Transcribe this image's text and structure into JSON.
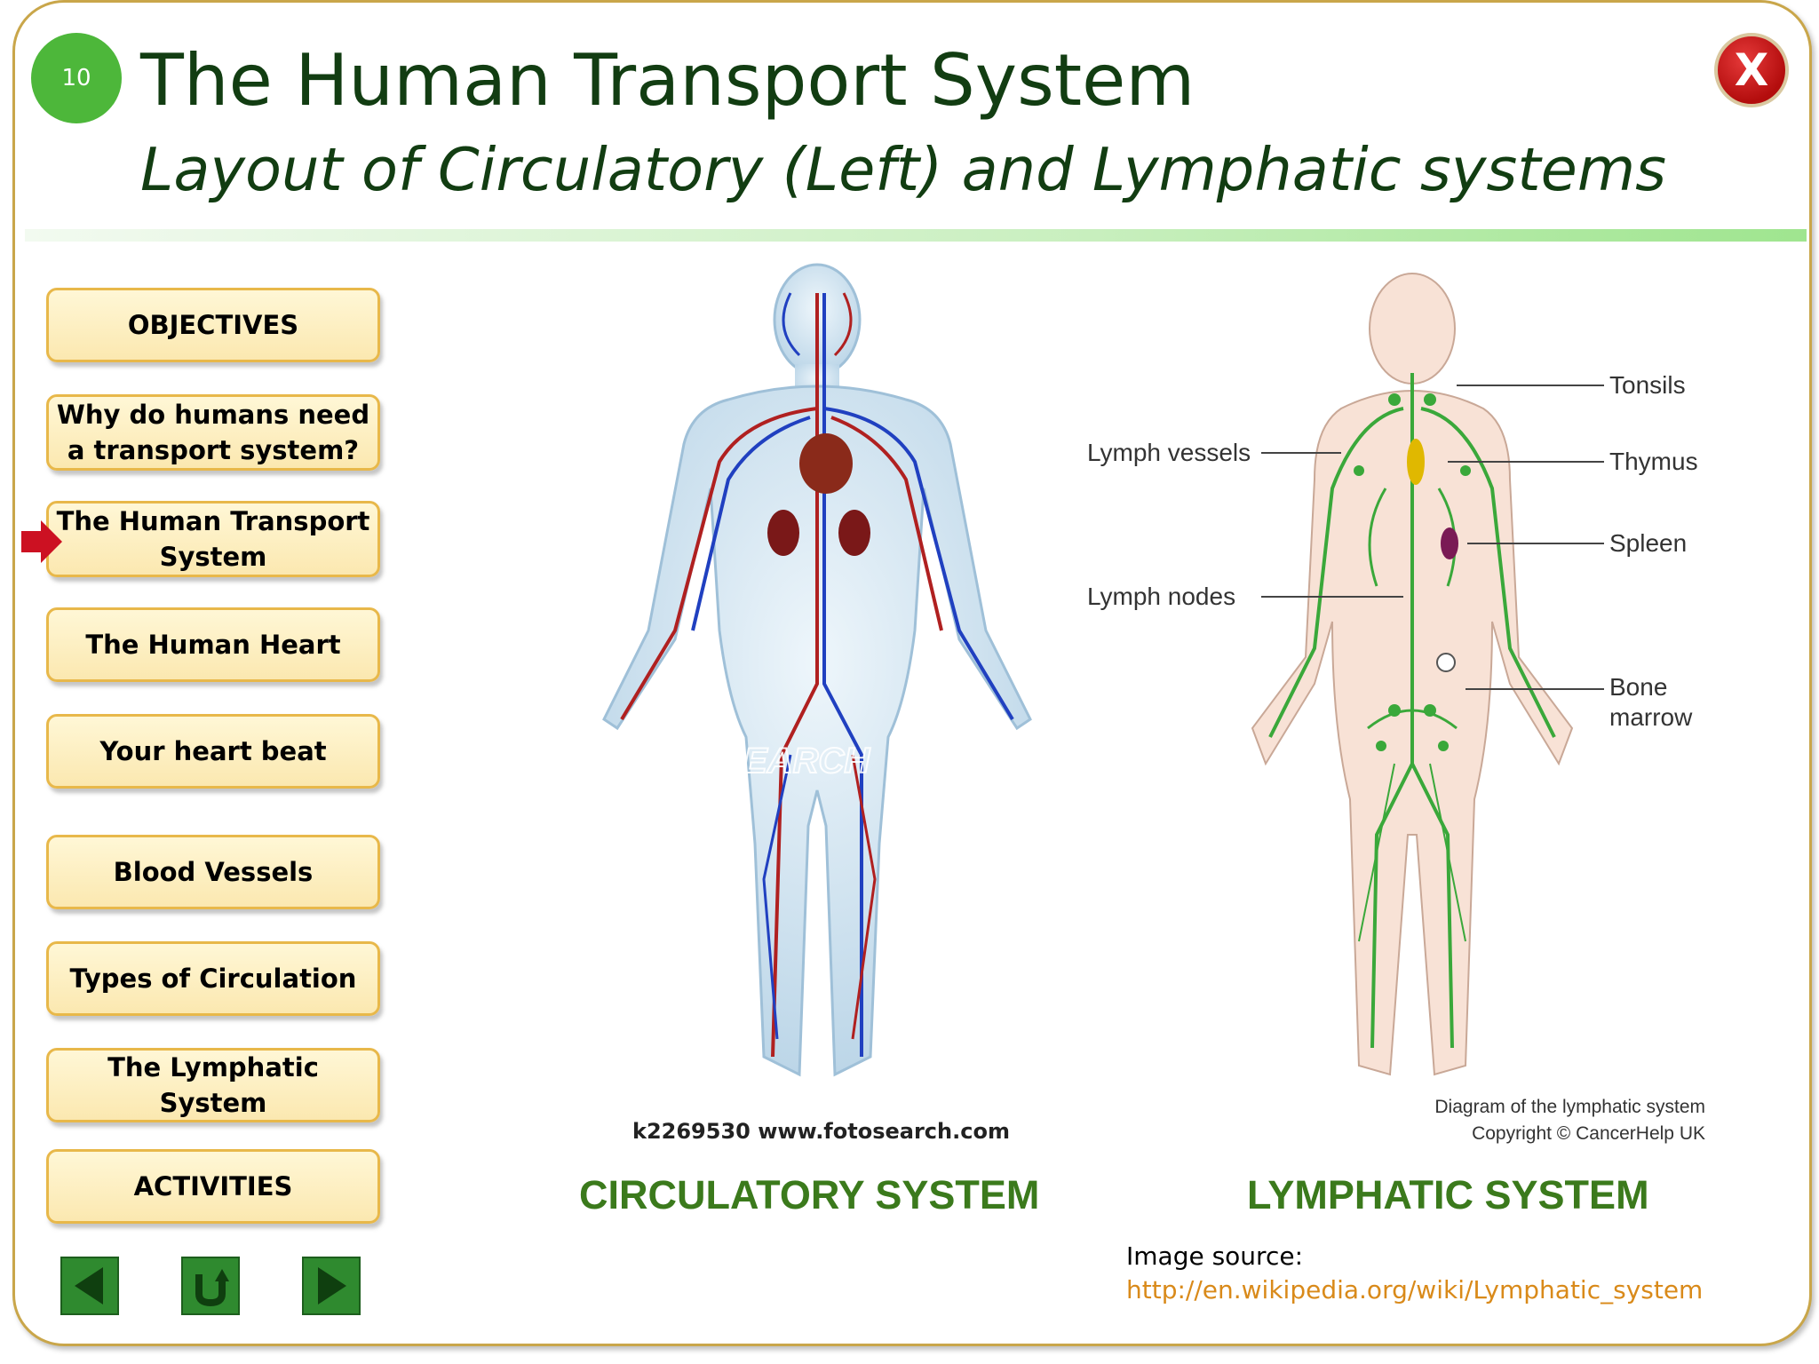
{
  "slide": {
    "number": "10",
    "title": "The Human Transport System",
    "subtitle": "Layout of Circulatory (Left) and Lymphatic systems",
    "close_label": "X"
  },
  "nav": {
    "items": [
      {
        "label": "OBJECTIVES"
      },
      {
        "label": "Why do humans need a transport system?"
      },
      {
        "label": "The Human Transport System",
        "current": true
      },
      {
        "label": "The Human Heart"
      },
      {
        "label": "Your heart beat"
      },
      {
        "label": "Blood Vessels"
      },
      {
        "label": "Types  of Circulation"
      },
      {
        "label": "The Lymphatic System"
      },
      {
        "label": "ACTIVITIES"
      }
    ],
    "controls": [
      "back-icon",
      "return-icon",
      "forward-icon"
    ]
  },
  "circulatory": {
    "caption": "k2269530  www.fotosearch.com",
    "watermark": "FOTOSEARCH",
    "label": "CIRCULATORY SYSTEM"
  },
  "lymphatic": {
    "labels": {
      "lymph_vessels": "Lymph vessels",
      "lymph_nodes": "Lymph nodes",
      "tonsils": "Tonsils",
      "thymus": "Thymus",
      "spleen": "Spleen",
      "bone_marrow_1": "Bone",
      "bone_marrow_2": "marrow"
    },
    "caption_line1": "Diagram of the lymphatic system",
    "caption_line2": "Copyright © CancerHelp UK",
    "label": "LYMPHATIC SYSTEM"
  },
  "source": {
    "label": "Image source:",
    "link": "http://en.wikipedia.org/wiki/Lymphatic_system"
  },
  "colors": {
    "title": "#123d12",
    "nav_border": "#e8b84a",
    "system_label": "#3b7a1c",
    "link": "#d98a1a",
    "close": "#c41a1a"
  }
}
